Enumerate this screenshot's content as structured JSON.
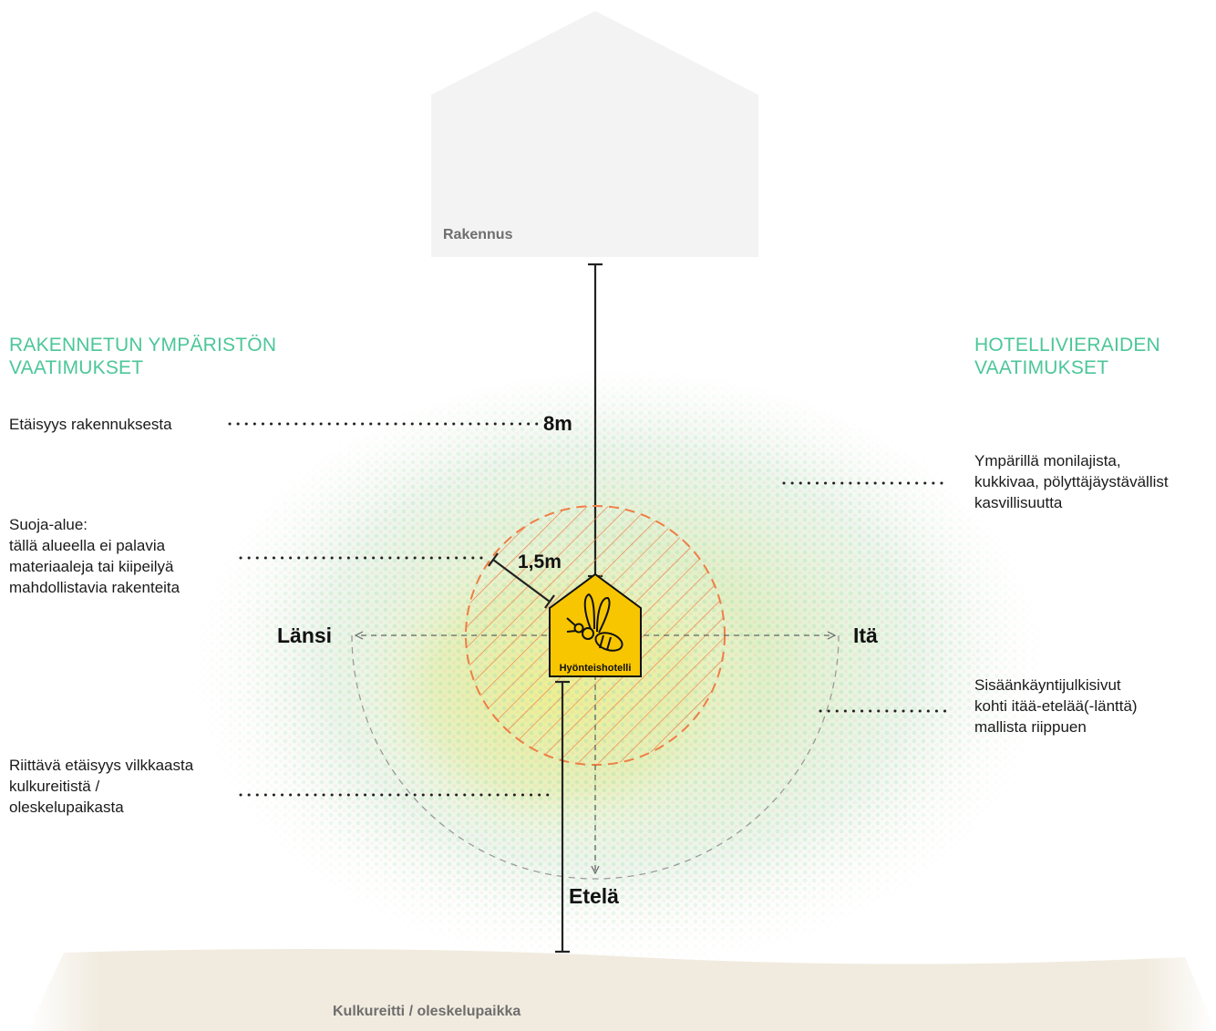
{
  "building": {
    "label": "Rakennus"
  },
  "path": {
    "label": "Kulkureitti / oleskelupaikka"
  },
  "hotel": {
    "label": "Hyönteishotelli"
  },
  "left_heading": {
    "line1": "RAKENNETUN YMPÄRISTÖN",
    "line2": "VAATIMUKSET"
  },
  "right_heading": {
    "line1": "HOTELLIVIERAIDEN",
    "line2": "VAATIMUKSET"
  },
  "left_notes": {
    "distance": "Etäisyys rakennuksesta",
    "protection": [
      "Suoja-alue:",
      "tällä alueella ei palavia",
      "materiaaleja tai kiipeilyä",
      "mahdollistavia rakenteita"
    ],
    "path_distance": [
      "Riittävä etäisyys vilkkaasta",
      "kulkureitistä /",
      "oleskelupaikasta"
    ]
  },
  "right_notes": {
    "vegetation": [
      "Ympärillä monilajista,",
      "kukkivaa, pölyttäjäystävällist",
      "kasvillisuutta"
    ],
    "entrance": [
      "Sisäänkäyntijulkisivut",
      "kohti itää-etelää(-länttä)",
      "mallista riippuen"
    ]
  },
  "measurements": {
    "building_distance": "8m",
    "protection_radius": "1,5m"
  },
  "directions": {
    "west": "Länsi",
    "east": "Itä",
    "south": "Etelä"
  },
  "colors": {
    "heading": "#4cc69a",
    "hotel_fill": "#f7c600",
    "protection_zone": "#ef7d45",
    "building": "#f3f3f4",
    "path": "#f1ebdf"
  }
}
